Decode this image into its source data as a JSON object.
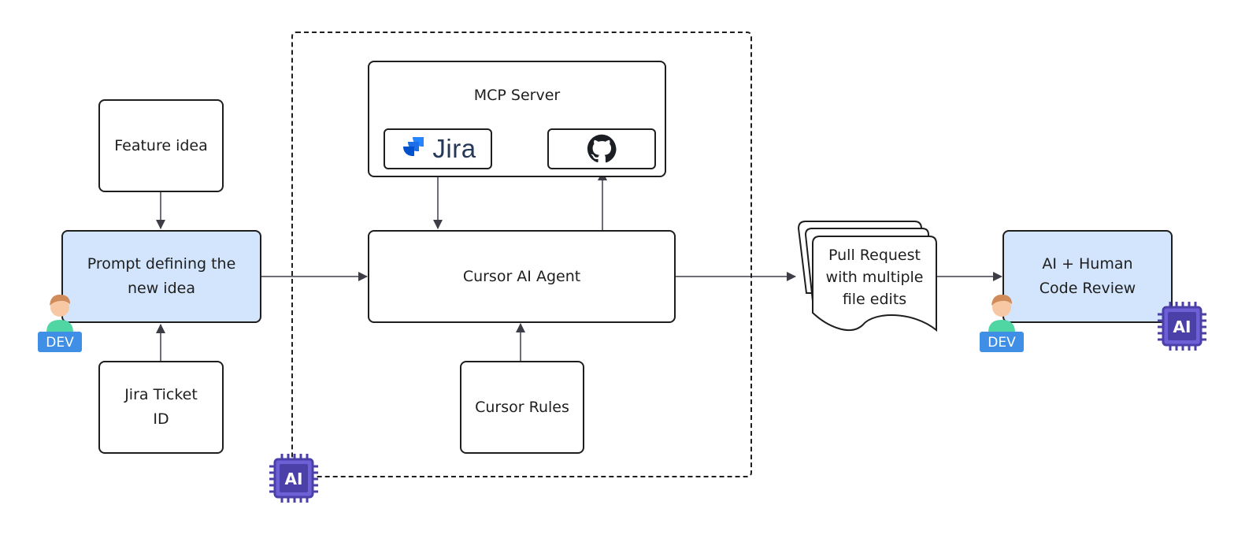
{
  "nodes": {
    "feature_idea": "Feature idea",
    "prompt": "Prompt defining the\nnew idea",
    "jira_ticket": "Jira Ticket\nID",
    "mcp_server": "MCP Server",
    "jira_logo_text": "Jira",
    "cursor_agent": "Cursor AI Agent",
    "cursor_rules": "Cursor Rules",
    "pull_request": "Pull Request\nwith multiple\nfile edits",
    "review": "AI + Human\nCode Review"
  },
  "badges": {
    "dev": "DEV",
    "ai": "AI"
  },
  "colors": {
    "box_highlight": "#d3e5fc",
    "stroke": "#1e1e1e",
    "arrow": "#3d3d48",
    "jira_blue": "#2684ff",
    "ai_chip": "#4b3fa8",
    "dev_badge": "#3f8fe6",
    "dev_hair": "#d08b5b",
    "dev_shirt": "#4fd6a3"
  },
  "icons": [
    "person-dev-icon",
    "ai-chip-icon",
    "jira-logo-icon",
    "github-icon"
  ]
}
